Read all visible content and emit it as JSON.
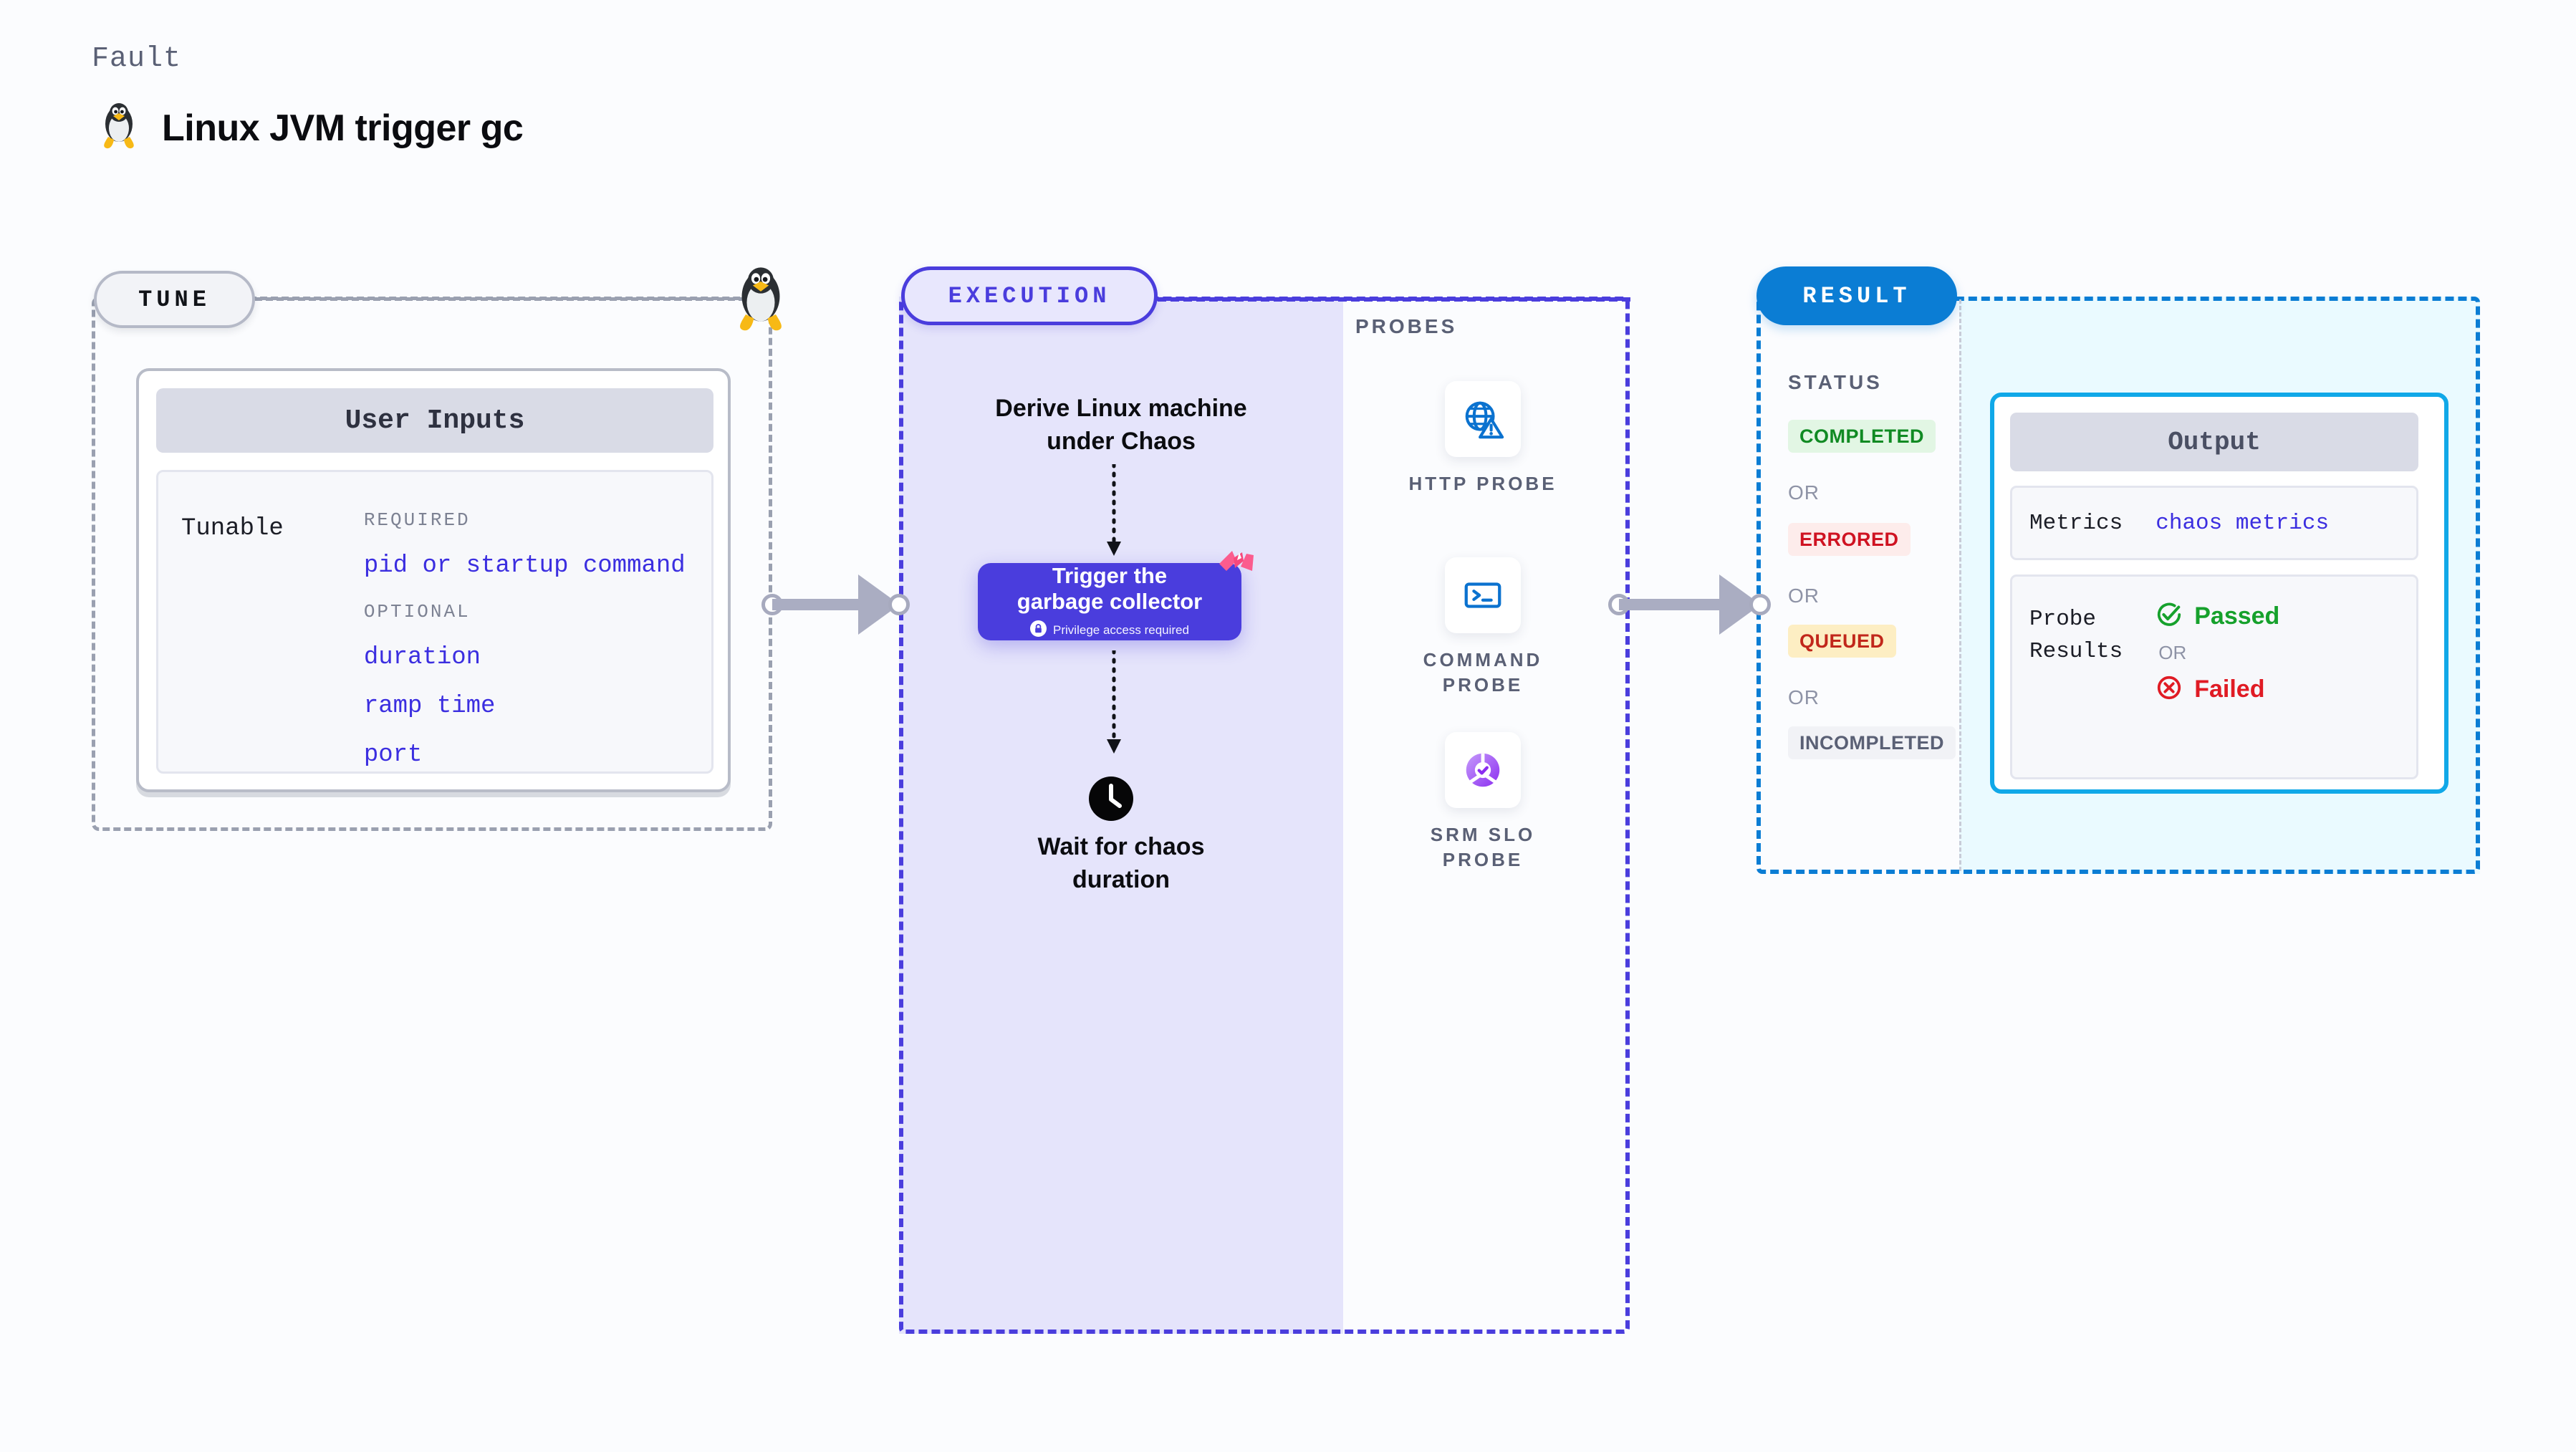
{
  "header": {
    "eyebrow": "Fault",
    "title": "Linux JVM trigger gc",
    "icon": "linux-penguin-icon"
  },
  "tune": {
    "pill_label": "TUNE",
    "node_icon": "linux-penguin-icon",
    "card": {
      "header": "User Inputs",
      "row_label": "Tunable",
      "groups": [
        {
          "heading": "REQUIRED",
          "items": [
            "pid or startup command"
          ]
        },
        {
          "heading": "OPTIONAL",
          "items": [
            "duration",
            "ramp time",
            "port"
          ]
        }
      ]
    }
  },
  "execution": {
    "pill_label": "EXECUTION",
    "step_derive": "Derive Linux machine\nunder Chaos",
    "action": {
      "title": "Trigger the\ngarbage collector",
      "note": "Privilege access required",
      "note_icon": "lock-icon",
      "corner_icon": "harness-ribbon-icon"
    },
    "step_wait": "Wait for chaos\nduration",
    "wait_icon": "clock-icon"
  },
  "probes": {
    "label": "PROBES",
    "items": [
      {
        "name": "HTTP PROBE",
        "icon": "globe-warning-icon"
      },
      {
        "name": "COMMAND PROBE",
        "icon": "terminal-icon"
      },
      {
        "name": "SRM SLO PROBE",
        "icon": "slo-donut-check-icon"
      }
    ]
  },
  "result": {
    "pill_label": "RESULT",
    "status_label": "STATUS",
    "or_label": "OR",
    "statuses": [
      {
        "label": "COMPLETED",
        "fg": "#108a23",
        "bg": "#e2f6e4"
      },
      {
        "label": "ERRORED",
        "fg": "#cf1322",
        "bg": "#fdeceb"
      },
      {
        "label": "QUEUED",
        "fg": "#c1271b",
        "bg": "#fdeec3"
      },
      {
        "label": "INCOMPLETED",
        "fg": "#5a6075",
        "bg": "#f1f2f6"
      }
    ],
    "output": {
      "header": "Output",
      "metrics_key": "Metrics",
      "metrics_value": "chaos metrics",
      "probe_results_key": "Probe\nResults",
      "passed": "Passed",
      "failed": "Failed",
      "or_label": "OR",
      "passed_icon": "check-circle-icon",
      "failed_icon": "x-circle-icon"
    }
  },
  "colors": {
    "page_bg": "#fbfcfe",
    "tune_border": "#9aa0b0",
    "execution": "#4a3ddd",
    "execution_fill": "#e5e4fb",
    "result": "#0b7dd4",
    "result_fill": "#eafaff",
    "output_border": "#10a8e8",
    "link_text": "#3b2ee0",
    "connector": "#aaadc2"
  }
}
